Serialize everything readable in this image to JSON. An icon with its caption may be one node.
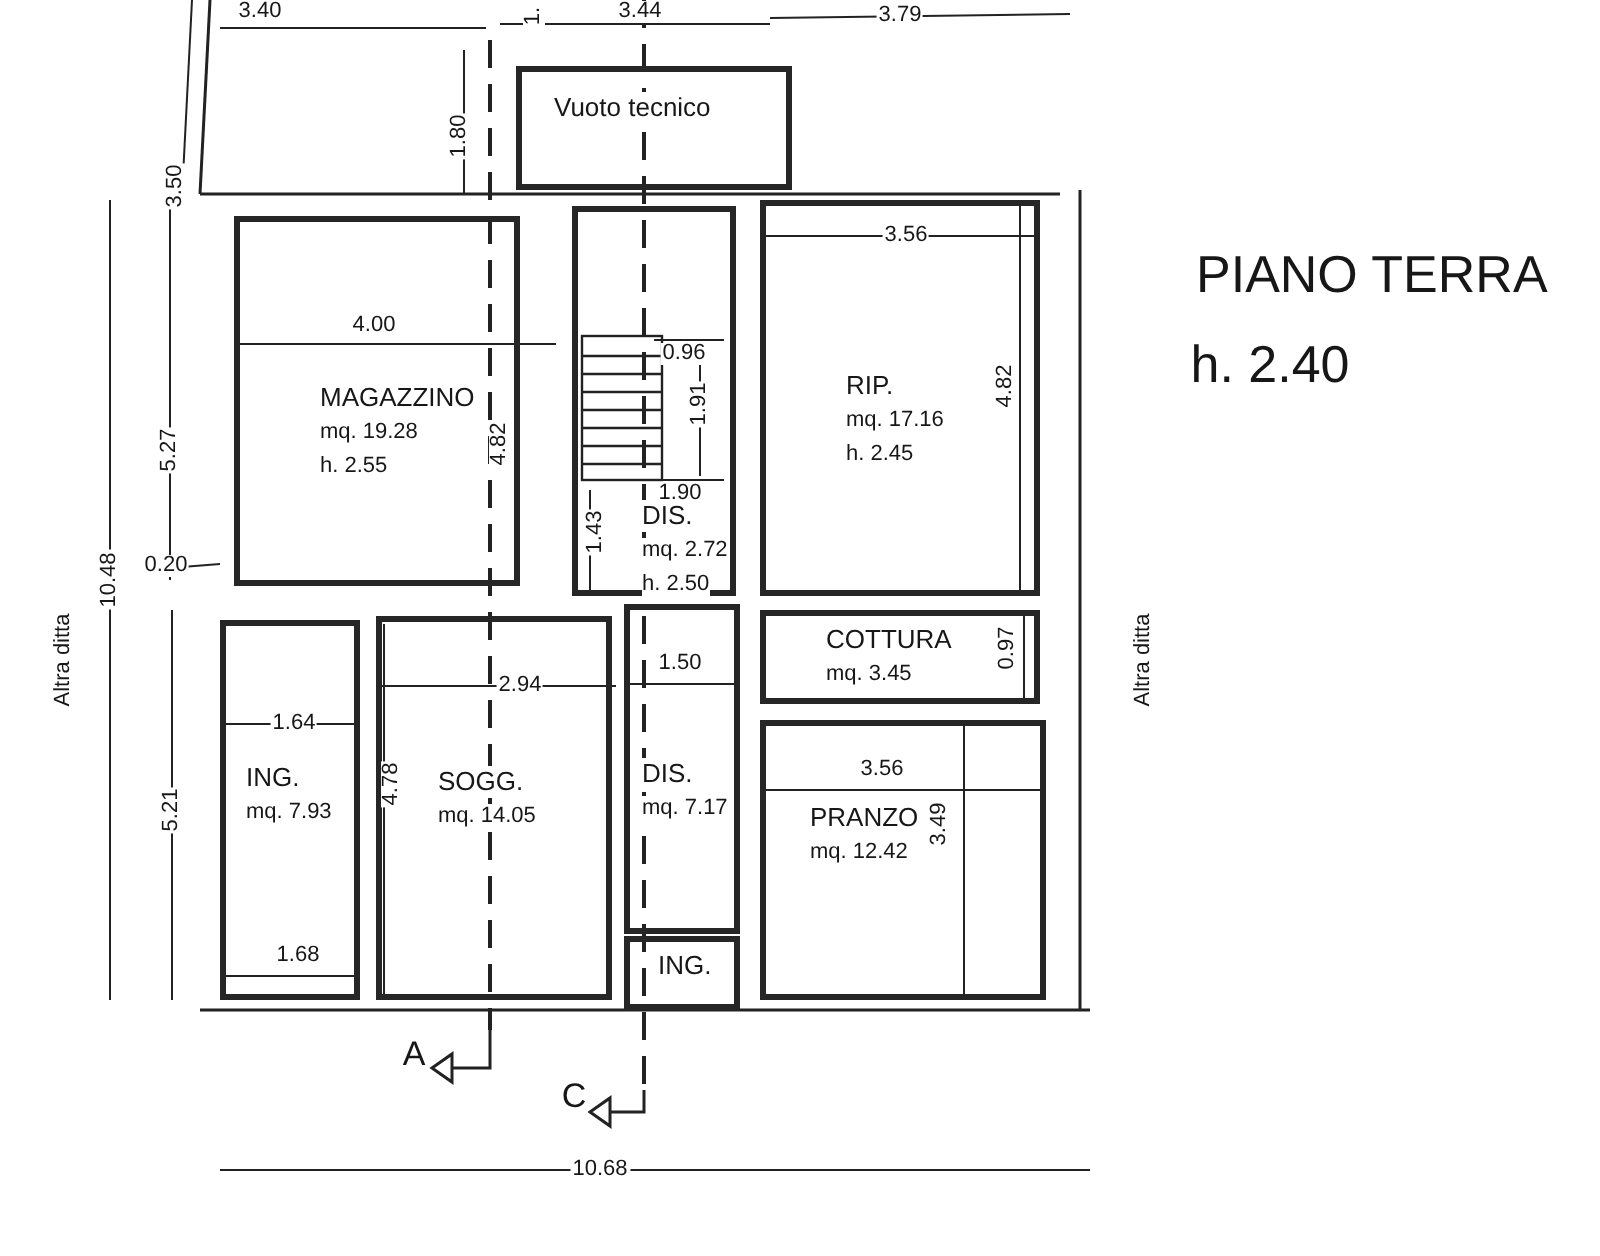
{
  "diagram": {
    "title": "PIANO TERRA",
    "nodes": [
      {
        "text": [
          "Vuoto tecnico"
        ]
      },
      {
        "text": [
          "MAGAZZINO",
          "mq. 19.28",
          "h. 2.55"
        ]
      },
      {
        "text": [
          "DIS.",
          "mq. 2.72",
          "h. 2.50"
        ]
      },
      {
        "text": [
          "RIP.",
          "mq. 17.16",
          "h. 2.45"
        ]
      },
      {
        "text": [
          "COTTURA",
          "mq. 3.45"
        ]
      },
      {
        "text": [
          "ING.",
          "mq. 7.93"
        ]
      },
      {
        "text": [
          "SOGG.",
          "mq. 14.05"
        ]
      },
      {
        "text": [
          "DIS.",
          "mq. 7.17"
        ]
      },
      {
        "text": [
          "PRANZO",
          "mq. 12.42"
        ]
      },
      {
        "text": [
          "ING."
        ]
      }
    ],
    "edges": [],
    "labels": [
      "3.40",
      "1.",
      "3.44",
      "3.79",
      "3.50",
      "1.80",
      "0.96",
      "1.91",
      "4.00",
      "4.82",
      "4.82",
      "3.56",
      "5.27",
      "10.48",
      "1.90",
      "1.43",
      "0.20",
      "Altra ditta",
      "Altra ditta",
      "0.97",
      "2.94",
      "1.50",
      "1.64",
      "5.21",
      "4.78",
      "3.56",
      "3.49",
      "1.68",
      "A",
      "C",
      "10.68",
      "h. 2.40"
    ]
  }
}
